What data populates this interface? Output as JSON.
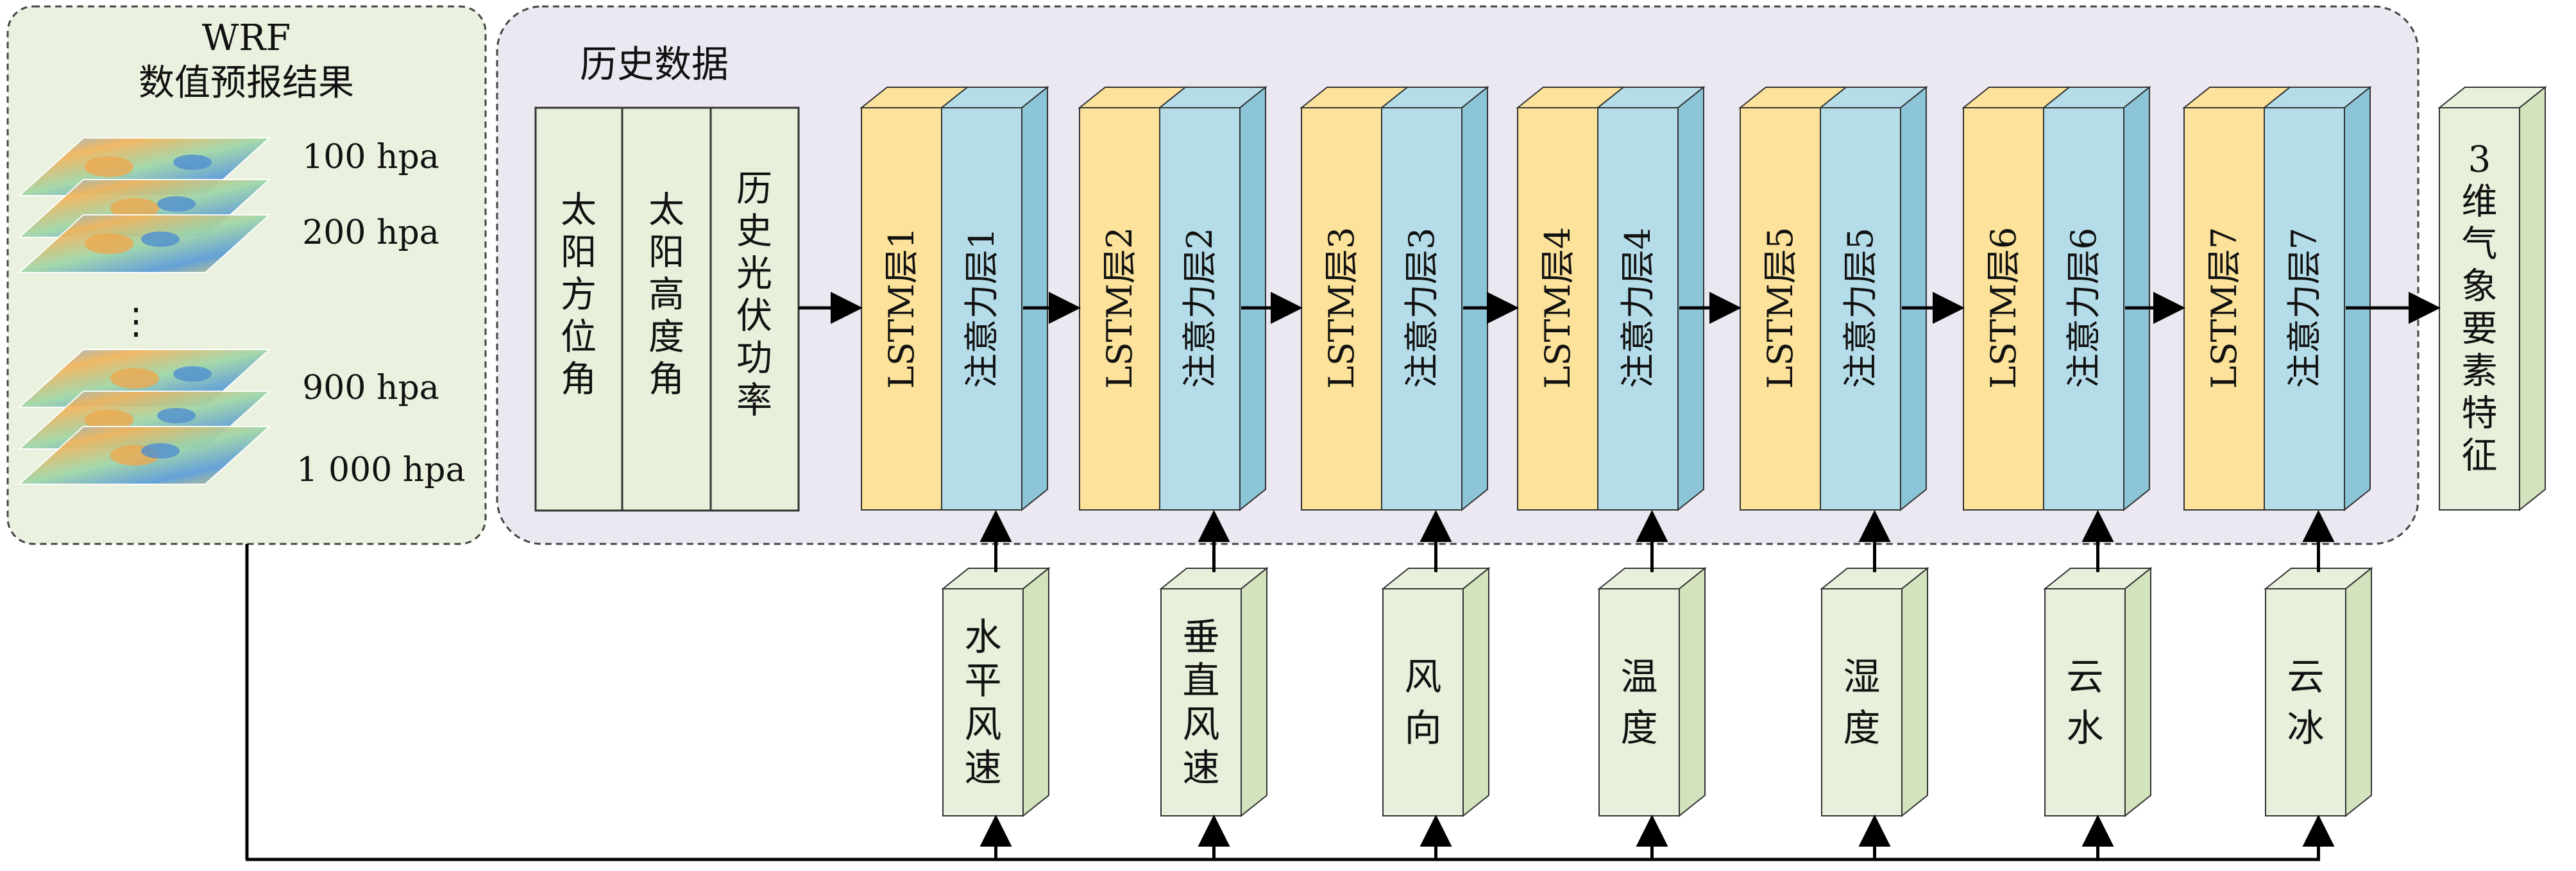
{
  "wrf_panel": {
    "title_line1": "WRF",
    "title_line2": "数值预报结果",
    "levels": [
      "100 hpa",
      "200 hpa",
      "900 hpa",
      "1 000 hpa"
    ],
    "ellipsis": "⋮"
  },
  "history_panel": {
    "title": "历史数据",
    "inputs": [
      [
        "太",
        "阳",
        "方",
        "位",
        "角"
      ],
      [
        "太",
        "阳",
        "高",
        "度",
        "角"
      ],
      [
        "历",
        "史",
        "光",
        "伏",
        "功",
        "率"
      ]
    ]
  },
  "layers": [
    {
      "lstm": "LSTM层1",
      "attn": "注意力层1"
    },
    {
      "lstm": "LSTM层2",
      "attn": "注意力层2"
    },
    {
      "lstm": "LSTM层3",
      "attn": "注意力层3"
    },
    {
      "lstm": "LSTM层4",
      "attn": "注意力层4"
    },
    {
      "lstm": "LSTM层5",
      "attn": "注意力层5"
    },
    {
      "lstm": "LSTM层6",
      "attn": "注意力层6"
    },
    {
      "lstm": "LSTM层7",
      "attn": "注意力层7"
    }
  ],
  "features": [
    [
      "水",
      "平",
      "风",
      "速"
    ],
    [
      "垂",
      "直",
      "风",
      "速"
    ],
    [
      "风",
      "向"
    ],
    [
      "温",
      "度"
    ],
    [
      "湿",
      "度"
    ],
    [
      "云",
      "水"
    ],
    [
      "云",
      "冰"
    ]
  ],
  "output": [
    "3",
    "维",
    "气",
    "象",
    "要",
    "素",
    "特",
    "征"
  ],
  "colors": {
    "lstm_face": "#FCE29A",
    "attn_face": "#B5DDE9",
    "attn_side": "#8CC5D8",
    "green_face": "#E7F0DB",
    "green_side": "#D3E3BD",
    "wrf_panel_bg": "#EAF2DF",
    "history_panel_bg": "#ECE8F1"
  }
}
